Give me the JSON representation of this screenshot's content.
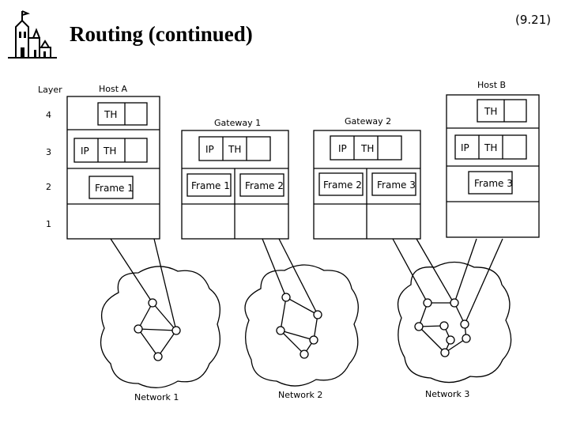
{
  "slide": {
    "title": "Routing (continued)",
    "page_number": "(9.21)"
  },
  "diagram": {
    "layer_heading": "Layer",
    "layer_numbers": [
      "4",
      "3",
      "2",
      "1"
    ],
    "hosts": [
      {
        "name": "Host A",
        "layer4": "TH",
        "layer3_ip": "IP",
        "layer3_th": "TH",
        "layer2": "Frame 1"
      },
      {
        "name": "Host B",
        "layer4": "TH",
        "layer3_ip": "IP",
        "layer3_th": "TH",
        "layer2": "Frame 3"
      }
    ],
    "gateways": [
      {
        "name": "Gateway 1",
        "layer3_ip": "IP",
        "layer3_th": "TH",
        "frame_left": "Frame 1",
        "frame_right": "Frame 2"
      },
      {
        "name": "Gateway 2",
        "layer3_ip": "IP",
        "layer3_th": "TH",
        "frame_left": "Frame 2",
        "frame_right": "Frame 3"
      }
    ],
    "networks": [
      "Network 1",
      "Network 2",
      "Network 3"
    ]
  }
}
